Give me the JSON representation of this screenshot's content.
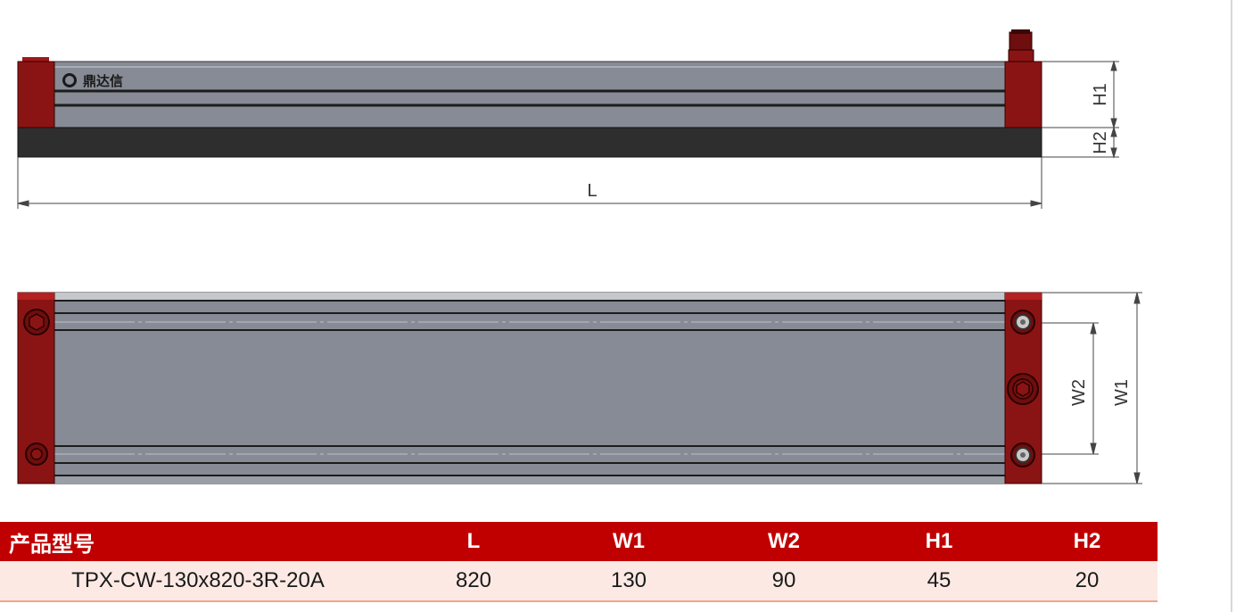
{
  "logo": {
    "text": "鼎达信"
  },
  "dimensions": {
    "length_label": "L",
    "height_labels": [
      "H1",
      "H2"
    ],
    "width_labels": [
      "W2",
      "W1"
    ]
  },
  "table": {
    "headers": [
      "产品型号",
      "L",
      "W1",
      "W2",
      "H1",
      "H2"
    ],
    "rows": [
      [
        "TPX-CW-130x820-3R-20A",
        "820",
        "130",
        "90",
        "45",
        "20"
      ]
    ]
  },
  "colors": {
    "end_cap": "#8a1414",
    "aluminum": "#878b95",
    "base_plate": "#2e2e2e",
    "table_header": "#c00000",
    "table_row": "#fde9e4"
  }
}
